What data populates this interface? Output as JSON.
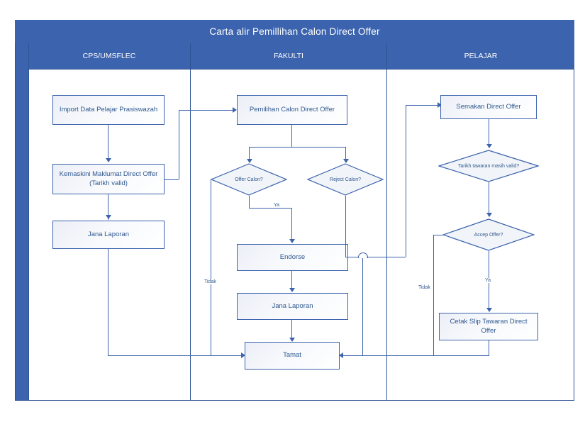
{
  "header": {
    "title": "Carta alir  Pemillihan Calon Direct Offer",
    "lanes": [
      {
        "id": "cps",
        "label": "CPS/UMSFLEC"
      },
      {
        "id": "fakulti",
        "label": "FAKULTI"
      },
      {
        "id": "pelajar",
        "label": "PELAJAR"
      }
    ]
  },
  "colors": {
    "band": "#3c63ad",
    "node_border": "#3c63ad",
    "node_text": "#31598f",
    "connector": "#3c63ad",
    "frame": "#2e5496",
    "band_text": "#ffffff"
  },
  "nodes": {
    "import_data": "Import Data Pelajar Prasiswazah",
    "kemaskini": "Kemaskini Maklumat Direct Offer (Tarikh valid)",
    "jana_laporan_cps": "Jana Laporan",
    "pemilihan": "Pemilihan Calon Direct Offer",
    "offer_calon": "Offer Calon?",
    "reject_calon": "Reject Calon?",
    "endorse": "Endorse",
    "jana_laporan_fakulti": "Jana Laporan",
    "tamat": "Tamat",
    "semakan": "Semakan Direct Offer",
    "tarikh_valid": "Tarikh tawaran masih valid?",
    "accep_offer": "Accep Offer?",
    "cetak_slip": "Cetak Slip Tawaran Direct Offer"
  },
  "edge_labels": {
    "offer_ya": "Ya",
    "offer_tidak": "Tidak",
    "accep_ya": "Ya",
    "accep_tidak": "Tidak"
  }
}
